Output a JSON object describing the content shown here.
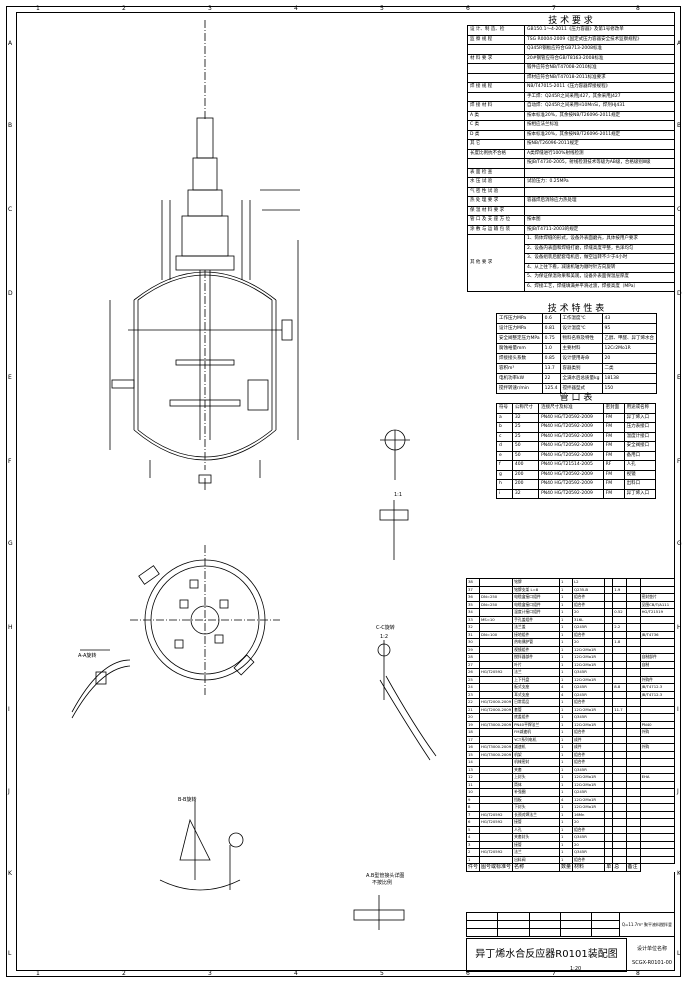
{
  "zones_top": [
    "1",
    "2",
    "3",
    "4",
    "5",
    "6",
    "7",
    "8"
  ],
  "zones_side": [
    "A",
    "B",
    "C",
    "D",
    "E",
    "F",
    "G",
    "H",
    "I",
    "J",
    "K",
    "L"
  ],
  "tech_req": {
    "title": "技 术 要 求",
    "rows": [
      [
        "设 计、制 造、检",
        "GB150.1～4-2011《压力容器》及第1号修改单"
      ],
      [
        "监 察 规 程",
        "TSG R0004-2009《固定式压力容器安全技术监察规程》"
      ],
      [
        "",
        "Q345R钢板应符合GB713-2008标准"
      ],
      [
        "材 料 要 求",
        "20#钢管应符合GB/T8163-2008标准"
      ],
      [
        "",
        "锻件应符合NB/T47008-2010标准"
      ],
      [
        "",
        "焊材应符合NB/T47018-2011标准要求"
      ],
      [
        "焊 接 规 程",
        "NB/T47015-2011《压力容器焊接规程》"
      ],
      [
        "",
        "手工焊：Q245R之间采用J427，其余采用J427"
      ],
      [
        "焊 接 材 料",
        "自动焊：Q245R之间采用H10MnSi，焊剂HJ431"
      ],
      [
        "A 类",
        "按本标准20%，其余按NB/T26096-2011规定"
      ],
      [
        "C 类",
        "按相应法兰标准"
      ],
      [
        "D 类",
        "按本标准20%，其余按NB/T26096-2011规定"
      ],
      [
        "其 它",
        "按NB/T26096-2011规定"
      ],
      [
        "长度比例抗不合格",
        "A类焊缝进行100%射线检测"
      ],
      [
        "",
        "按JB/T4730-2005，射线检测技术等级为AB级，合格级别Ⅲ级"
      ],
      [
        "表 面 检 查",
        ""
      ],
      [
        "水 压 试 验",
        "试验压力：0.25MPa"
      ],
      [
        "气 密 性 试 验",
        ""
      ],
      [
        "热 处 理 要 求",
        "容器焊后消除应力热处理"
      ],
      [
        "保 温 材 料 要 求",
        ""
      ],
      [
        "管 口 及 支 座 方 位",
        "按本图"
      ],
      [
        "涂 敷 与 运 输 包 装",
        "按JB/T4711-2003的规定"
      ]
    ],
    "other_label": "其 他 要 求",
    "other": [
      "1、筒体焊缝的形式，设备外表面磨光，具体按用户要求",
      "2、设备内表面和焊缝打磨，焊缝高度平整，色泽均匀",
      "3、设备组装后配套电机后，做空运转不少于4小时",
      "4、从上往下看，减速机轴为顺时针方向旋转",
      "5、为保证保温效果和美观，设备外表面保温层厚度",
      "6、焊接工艺，焊缝填满并平滑过渡，焊接高度（MPa）"
    ]
  },
  "tech_char": {
    "title": "技 术 特 性 表",
    "rows": [
      [
        "工作压力MPa",
        "0.6",
        "工作温度℃",
        "43"
      ],
      [
        "设计压力MPa",
        "0.81",
        "设计温度℃",
        "95"
      ],
      [
        "安全阀整定压力MPa",
        "0.75",
        "物料名称及特性",
        "乙醇、甲醛、异丁烯水合"
      ],
      [
        "腐蚀裕量mm",
        "1.0",
        "主要材料",
        "12Cr2Mo1R"
      ],
      [
        "焊接接头系数",
        "0.85",
        "设计使用寿命",
        "20"
      ],
      [
        "容积m³",
        "13.7",
        "容器类别",
        "二类"
      ],
      [
        "电机功率kW",
        "22",
        "全满水后总质量kg",
        "18138"
      ],
      [
        "搅拌转速r/min",
        "125.4",
        "搅拌器型式",
        "150"
      ]
    ]
  },
  "nozzle": {
    "title": "管 口 表",
    "head": [
      "符号",
      "公称尺寸",
      "连接尺寸及标准",
      "密封面",
      "用途或名称"
    ],
    "rows": [
      [
        "a",
        "32",
        "PN40 HG/T20592-2009",
        "FM",
        "异丁烯入口"
      ],
      [
        "b",
        "25",
        "PN40 HG/T20592-2009",
        "FM",
        "压力表接口"
      ],
      [
        "c",
        "25",
        "PN40 HG/T20592-2009",
        "FM",
        "温度计接口"
      ],
      [
        "d",
        "50",
        "PN40 HG/T20592-2009",
        "FM",
        "安全阀接口"
      ],
      [
        "e",
        "50",
        "PN40 HG/T20592-2009",
        "FM",
        "备用口"
      ],
      [
        "f",
        "400",
        "PN40 HG/T21514-2005",
        "RF",
        "人孔"
      ],
      [
        "g",
        "200",
        "PN40 HG/T20592-2009",
        "FM",
        "视镜"
      ],
      [
        "h",
        "200",
        "PN40 HG/T20592-2009",
        "FM",
        "出料口"
      ],
      [
        "i",
        "32",
        "PN40 HG/T20592-2009",
        "FM",
        "异丁烯入口"
      ]
    ]
  },
  "bom": {
    "rows": [
      [
        "38",
        "",
        "铭牌",
        "1",
        "L2",
        "",
        "",
        "",
        ""
      ],
      [
        "37",
        "",
        "铭牌支架 L=8",
        "1",
        "Q235-B",
        "",
        "1.9",
        "",
        ""
      ],
      [
        "36",
        "DN=250",
        "电缆盒接口组件",
        "1",
        "组合件",
        "",
        "",
        "",
        "密封垫片"
      ],
      [
        "35",
        "DN=250",
        "电缆盒接口组件",
        "1",
        "组合件",
        "",
        "",
        "",
        "见图CB/T/A111"
      ],
      [
        "34",
        "",
        "温度计接口组件",
        "1",
        "20",
        "",
        "0.52",
        "",
        "HG/T21519"
      ],
      [
        "33",
        "MS=10",
        "手孔盖组件",
        "1",
        "316L",
        "",
        "",
        "",
        ""
      ],
      [
        "32",
        "",
        "法兰盖",
        "1",
        "Q245R",
        "",
        "2.2",
        "",
        ""
      ],
      [
        "31",
        "DN=100",
        "接地组件",
        "1",
        "组合件",
        "",
        "",
        "",
        "JB/T4736"
      ],
      [
        "30",
        "",
        "热电偶护管",
        "1",
        "20",
        "",
        "1.8",
        "",
        ""
      ],
      [
        "29",
        "",
        "视镜组件",
        "1",
        "12Cr2Mo1R",
        "",
        "",
        "",
        ""
      ],
      [
        "28",
        "",
        "搅拌器部件",
        "1",
        "12Cr2Mo1R",
        "",
        "",
        "",
        "自制部件"
      ],
      [
        "27",
        "",
        "叶片",
        "1",
        "12Cr2Mo1R",
        "",
        "",
        "",
        "自制"
      ],
      [
        "26",
        "HG/T20592",
        "法兰",
        "1",
        "Q345R",
        "",
        "",
        "",
        ""
      ],
      [
        "25",
        "",
        "上下托盘",
        "1",
        "12Cr2Mo1R",
        "",
        "",
        "",
        "外购件"
      ],
      [
        "24",
        "",
        "板式支座",
        "4",
        "Q245R",
        "",
        "8.8",
        "",
        "JB/T4712.3"
      ],
      [
        "23",
        "",
        "耳式支座",
        "4",
        "Q245R",
        "",
        "",
        "",
        "JB/T4712.3"
      ],
      [
        "22",
        "HG/T2000-2009",
        "日常用品",
        "1",
        "组合件",
        "",
        "",
        "",
        ""
      ],
      [
        "21",
        "HG/T2000-2009",
        "套管",
        "1",
        "12Cr2Mo1R",
        "",
        "11.7",
        "",
        ""
      ],
      [
        "20",
        "",
        "底盖组件",
        "1",
        "Q345R",
        "",
        "",
        "",
        ""
      ],
      [
        "19",
        "HG/T3000-2009",
        "PN40平焊法兰",
        "1",
        "12Cr2Mo1R",
        "",
        "",
        "",
        "PN40"
      ],
      [
        "18",
        "",
        "FM减速机",
        "1",
        "组合件",
        "",
        "",
        "",
        "外购"
      ],
      [
        "17",
        "",
        "YCT系列电机",
        "1",
        "成件",
        "",
        "",
        "",
        ""
      ],
      [
        "16",
        "HG/T3000-2009",
        "减速机",
        "1",
        "成件",
        "",
        "",
        "",
        "外购"
      ],
      [
        "15",
        "HG/T3000-2009",
        "机架",
        "1",
        "组合件",
        "",
        "",
        "",
        ""
      ],
      [
        "14",
        "",
        "机械密封",
        "1",
        "组合件",
        "",
        "",
        "",
        ""
      ],
      [
        "13",
        "",
        "夹套",
        "1",
        "Q345R",
        "",
        "",
        "",
        ""
      ],
      [
        "12",
        "",
        "上封头",
        "1",
        "12Cr2Mo1R",
        "",
        "",
        "",
        "EHA"
      ],
      [
        "11",
        "",
        "筒体",
        "1",
        "12Cr2Mo1R",
        "",
        "",
        "",
        ""
      ],
      [
        "10",
        "",
        "补强圈",
        "1",
        "Q245R",
        "",
        "",
        "",
        ""
      ],
      [
        "9",
        "",
        "挡板",
        "4",
        "12Cr2Mo1R",
        "",
        "",
        "",
        ""
      ],
      [
        "8",
        "",
        "下封头",
        "1",
        "12Cr2Mo1R",
        "",
        "",
        "",
        ""
      ],
      [
        "7",
        "HG/T20592",
        "长颈对焊法兰",
        "1",
        "16Mn",
        "",
        "",
        "",
        ""
      ],
      [
        "6",
        "HG/T20592",
        "接管",
        "1",
        "20",
        "",
        "",
        "",
        ""
      ],
      [
        "5",
        "",
        "人孔",
        "1",
        "组合件",
        "",
        "",
        "",
        ""
      ],
      [
        "4",
        "",
        "夹套封头",
        "1",
        "Q345R",
        "",
        "",
        "",
        ""
      ],
      [
        "3",
        "",
        "接管",
        "1",
        "20",
        "",
        "",
        "",
        ""
      ],
      [
        "2",
        "HG/T20592",
        "法兰",
        "1",
        "Q345R",
        "",
        "",
        "",
        ""
      ],
      [
        "1",
        "",
        "出料阀",
        "1",
        "组合件",
        "",
        "",
        "",
        ""
      ]
    ],
    "head": [
      "件号",
      "图号或标准号",
      "名称",
      "数量",
      "材料",
      "单",
      "总",
      "备注"
    ]
  },
  "title_block": {
    "name": "异丁烯水合反应器R0101装配图",
    "scale": "1:20",
    "company": "设计单位名称",
    "drawing_no": "SCGX-R0101-00",
    "note": "Q=11.7m³ 聚平液料搅拌釜"
  },
  "labels": {
    "a_a": "A-A旋转",
    "b_b": "B-B旋转",
    "c_c": "C-C旋转",
    "detail": "A.B型管接头详图",
    "detail2": "不按比例",
    "scale11": "1:1",
    "scale12": "1:2"
  }
}
